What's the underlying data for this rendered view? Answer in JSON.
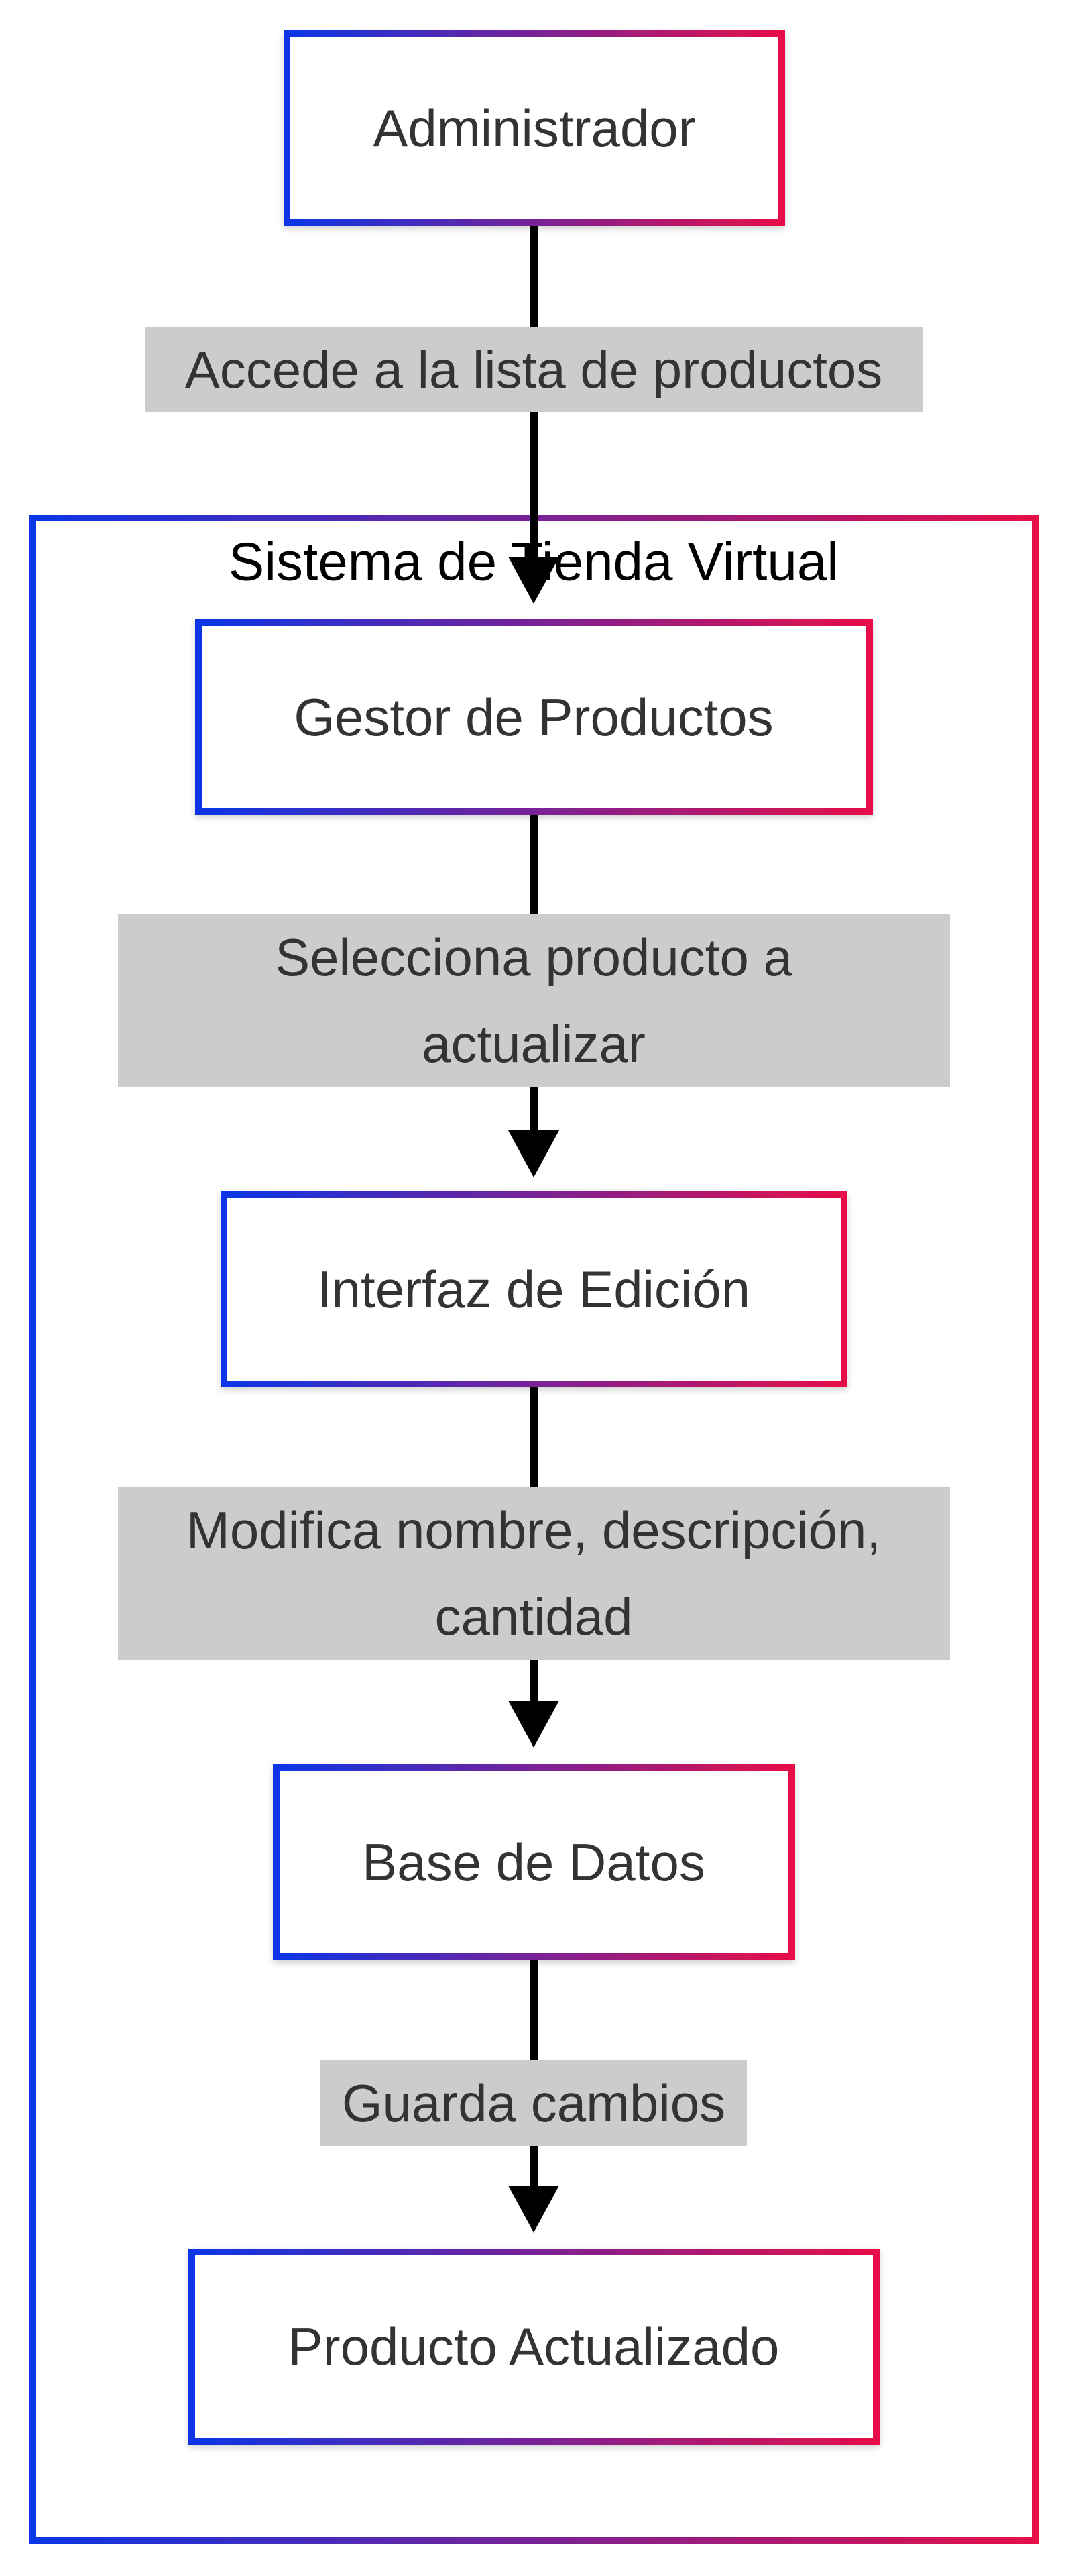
{
  "colors": {
    "gradient_start": "#0a36e6",
    "gradient_end": "#e60f48",
    "edge": "#000000",
    "edge_label_bg": "#cccccc",
    "node_fill": "#ffffff",
    "text": "#333333"
  },
  "cluster": {
    "label": "Sistema de Tienda Virtual"
  },
  "nodes": {
    "admin": "Administrador",
    "gestor": "Gestor de Productos",
    "interfaz": "Interfaz de Edición",
    "base": "Base de Datos",
    "producto": "Producto Actualizado"
  },
  "edges": {
    "e1": [
      "Accede a la lista de productos"
    ],
    "e2": [
      "Selecciona producto a",
      "actualizar"
    ],
    "e3": [
      "Modifica nombre, descripción,",
      "cantidad"
    ],
    "e4": [
      "Guarda cambios"
    ]
  }
}
